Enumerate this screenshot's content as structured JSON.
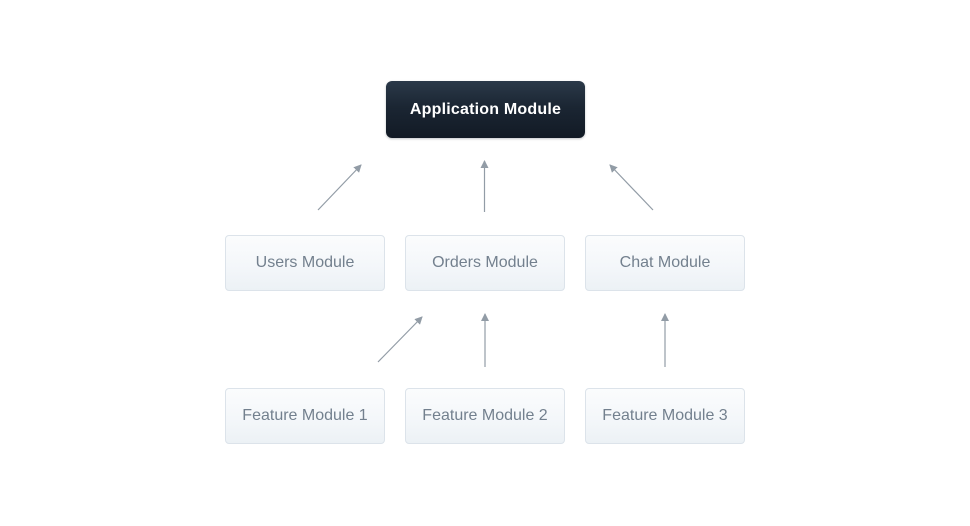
{
  "diagram": {
    "nodes": [
      {
        "id": "application",
        "label": "Application Module",
        "level": "root"
      },
      {
        "id": "users",
        "label": "Users Module",
        "level": "mid"
      },
      {
        "id": "orders",
        "label": "Orders Module",
        "level": "mid"
      },
      {
        "id": "chat",
        "label": "Chat Module",
        "level": "mid"
      },
      {
        "id": "feature1",
        "label": "Feature Module 1",
        "level": "leaf"
      },
      {
        "id": "feature2",
        "label": "Feature Module 2",
        "level": "leaf"
      },
      {
        "id": "feature3",
        "label": "Feature Module 3",
        "level": "leaf"
      }
    ],
    "edges": [
      {
        "from": "Users Module",
        "to": "Application Module"
      },
      {
        "from": "Orders Module",
        "to": "Application Module"
      },
      {
        "from": "Chat Module",
        "to": "Application Module"
      },
      {
        "from": "Feature Module 1",
        "to": "Orders Module"
      },
      {
        "from": "Feature Module 2",
        "to": "Orders Module"
      },
      {
        "from": "Feature Module 3",
        "to": "Chat Module"
      }
    ],
    "colors": {
      "background": "#ffffff",
      "root_box_gradient_top": "#2b3949",
      "root_box_gradient_bottom": "#121a25",
      "root_box_text": "#ffffff",
      "module_box_gradient_top": "#fbfcfd",
      "module_box_gradient_bottom": "#ecf1f5",
      "module_box_border": "#dce3ea",
      "module_box_text": "#73808e",
      "arrow": "#929ca6"
    }
  }
}
